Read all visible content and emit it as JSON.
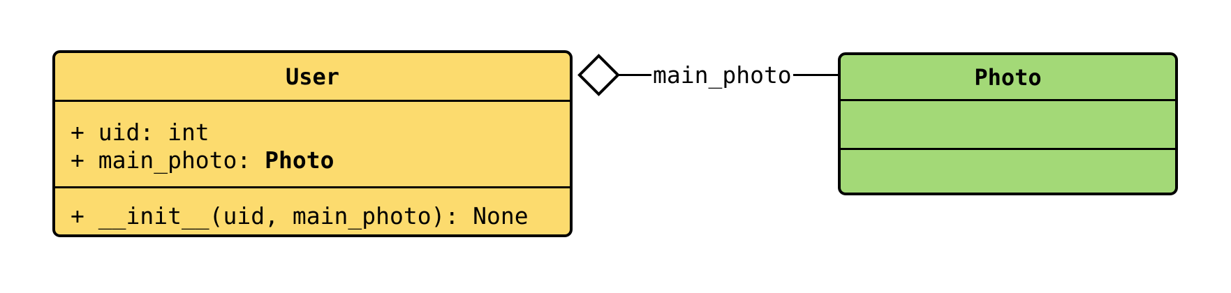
{
  "palette": {
    "user_fill": "#FCDB6E",
    "photo_fill": "#A3D977",
    "border": "#000000",
    "background": "#FFFFFF"
  },
  "user_class": {
    "name": "User",
    "attr_uid": "+ uid: int",
    "attr_main_photo_prefix": "+ main_photo: ",
    "attr_main_photo_type": "Photo",
    "method_init": "+ __init__(uid, main_photo): None"
  },
  "photo_class": {
    "name": "Photo"
  },
  "relationship": {
    "label": "main_photo",
    "from": "User",
    "to": "Photo",
    "type": "aggregation",
    "diamond_style": "open"
  }
}
